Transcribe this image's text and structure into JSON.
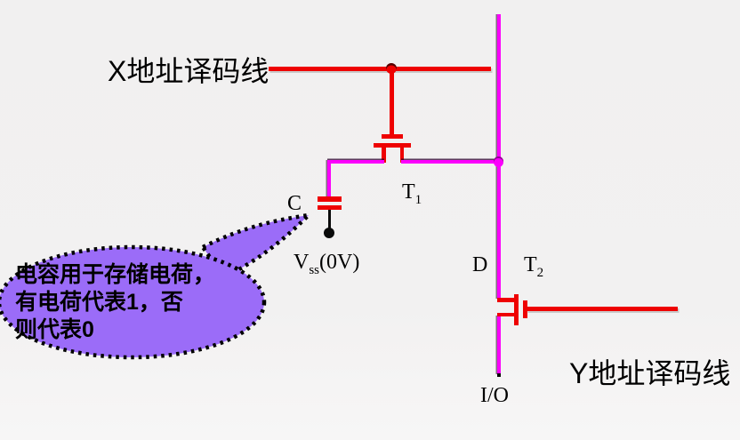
{
  "diagram": {
    "title_context": "DRAM single-transistor memory cell",
    "labels": {
      "x_decode_line": "X地址译码线",
      "y_decode_line": "Y地址译码线",
      "capacitor": "C",
      "t1": {
        "base": "T",
        "sub": "1"
      },
      "t2": {
        "base": "T",
        "sub": "2"
      },
      "drain": "D",
      "vss": {
        "base": "V",
        "sub": "ss",
        "rest": "(0V)"
      },
      "io": "I/O"
    },
    "callout": {
      "lines": [
        "电容用于存储电荷，",
        "有电荷代表1，否",
        "则代表0"
      ]
    },
    "colors": {
      "wire_red": "#ee0202",
      "wire_magenta": "#fb00fb",
      "callout_fill": "#9b6cf8",
      "callout_border": "#000000",
      "text": "#000000",
      "background": "#f1f0f0"
    }
  }
}
